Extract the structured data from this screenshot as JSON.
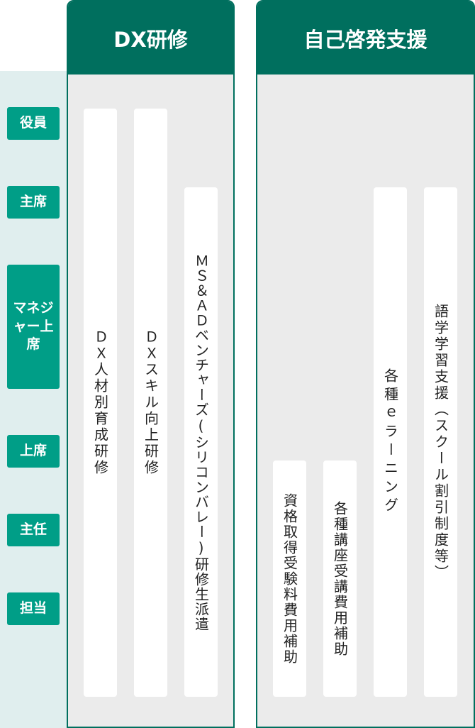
{
  "colors": {
    "header": "#006f5e",
    "role": "#009e87",
    "left_bg": "#e0eeee",
    "panel_bg": "#ebebeb"
  },
  "roles": [
    "役員",
    "主席",
    "マネジャー上席",
    "上席",
    "主任",
    "担当"
  ],
  "panels": [
    {
      "title": "DX研修",
      "items": [
        "ＤＸ人材別育成研修",
        "ＤＸスキル向上研修",
        "ＭＳ＆ＡＤベンチャーズ(シリコンバレー)研修生派遣"
      ],
      "ranges": [
        [
          "役員",
          "担当"
        ],
        [
          "役員",
          "担当"
        ],
        [
          "主席",
          "担当"
        ]
      ]
    },
    {
      "title": "自己啓発支援",
      "items": [
        "資格取得受験料費用補助",
        "各種講座受講費用補助",
        "各種ｅラーニング",
        "語学学習支援（スクール割引制度等）"
      ],
      "ranges": [
        [
          "上席",
          "担当"
        ],
        [
          "上席",
          "担当"
        ],
        [
          "主席",
          "担当"
        ],
        [
          "主席",
          "担当"
        ]
      ]
    }
  ]
}
